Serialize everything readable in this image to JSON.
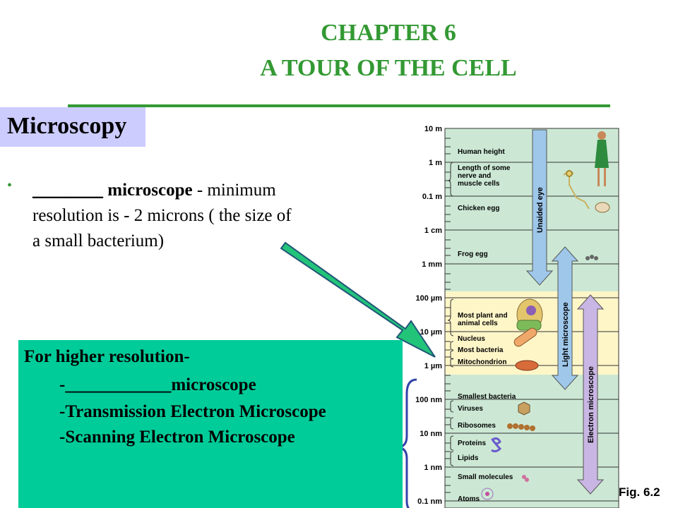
{
  "title": {
    "line1": "CHAPTER 6",
    "line2": "A TOUR OF THE CELL"
  },
  "section_heading": "Microscopy",
  "bullet": {
    "blank": "________",
    "keyword": "microscope",
    "dash": " -",
    "rest": "minimum resolution is - 2 microns ( the size of a small bacterium)"
  },
  "higher_resolution": {
    "heading": "For higher resolution-",
    "item1_prefix": "-",
    "item1_blank": "____________",
    "item1_suffix": "microscope",
    "item2": "-Transmission Electron Microscope",
    "item3": "-Scanning Electron Microscope"
  },
  "figure": {
    "label": "Fig. 6.2",
    "scale_labels": [
      "10 m",
      "1 m",
      "0.1 m",
      "1 cm",
      "1 mm",
      "100 µm",
      "10 µm",
      "1 µm",
      "100 nm",
      "10 nm",
      "1 nm",
      "0.1 nm"
    ],
    "items": [
      "Human height",
      "Length of some",
      "nerve and",
      "muscle cells",
      "Chicken egg",
      "Frog egg",
      "Most plant and",
      "animal cells",
      "Nucleus",
      "Most bacteria",
      "Mitochondrion",
      "Smallest bacteria",
      "Viruses",
      "Ribosomes",
      "Proteins",
      "Lipids",
      "Small molecules",
      "Atoms"
    ],
    "arrows": [
      "Unaided eye",
      "Light microscope",
      "Electron microscope"
    ]
  },
  "colors": {
    "title_green": "#339933",
    "tab_lavender": "#ccccff",
    "box_green": "#00cc99",
    "chart_green": "#cce8d4",
    "chart_yellow": "#fff6c8"
  }
}
